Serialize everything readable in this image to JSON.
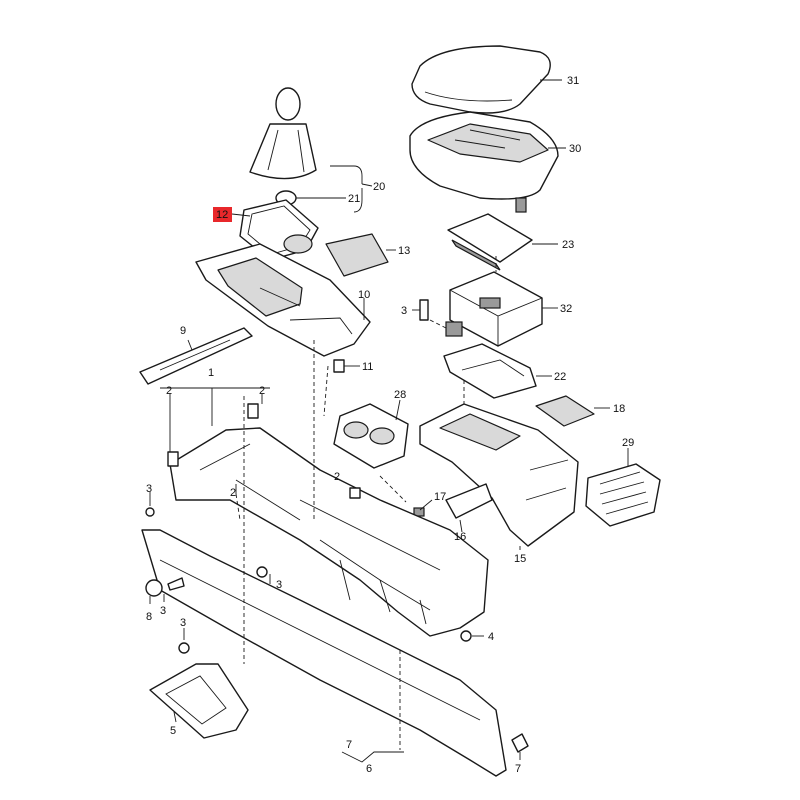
{
  "colors": {
    "highlight": "#e8282b",
    "line": "#1a1a1a",
    "shade": "#d9d9d9"
  },
  "highlighted_part": "12",
  "callouts": {
    "c31": "31",
    "c30": "30",
    "c20": "20",
    "c21": "21",
    "c12": "12",
    "c13": "13",
    "c23": "23",
    "c10": "10",
    "c3a": "3",
    "c32": "32",
    "c9": "9",
    "c11": "11",
    "c22": "22",
    "c1": "1",
    "c2a": "2",
    "c2b": "2",
    "c28": "28",
    "c18": "18",
    "c29": "29",
    "c2c": "2",
    "c3b": "3",
    "c2d": "2",
    "c17": "17",
    "c16": "16",
    "c15": "15",
    "c3c": "3",
    "c8": "8",
    "c3d": "3",
    "c3e": "3",
    "c4": "4",
    "c5": "5",
    "c7a": "7",
    "c6": "6",
    "c7b": "7"
  }
}
